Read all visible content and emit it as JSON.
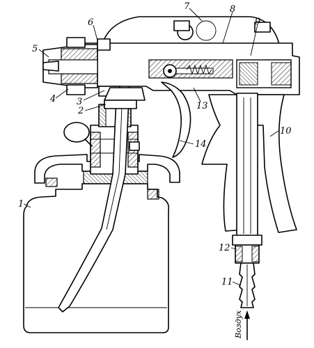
{
  "labels": {
    "l1": "1",
    "l2": "2",
    "l3": "3",
    "l4": "4",
    "l5": "5",
    "l6": "6",
    "l7": "7",
    "l8": "8",
    "l9": "9",
    "l10": "10",
    "l11": "11",
    "l12": "12",
    "l13": "13",
    "l14": "14"
  },
  "air_label": "Воздух"
}
